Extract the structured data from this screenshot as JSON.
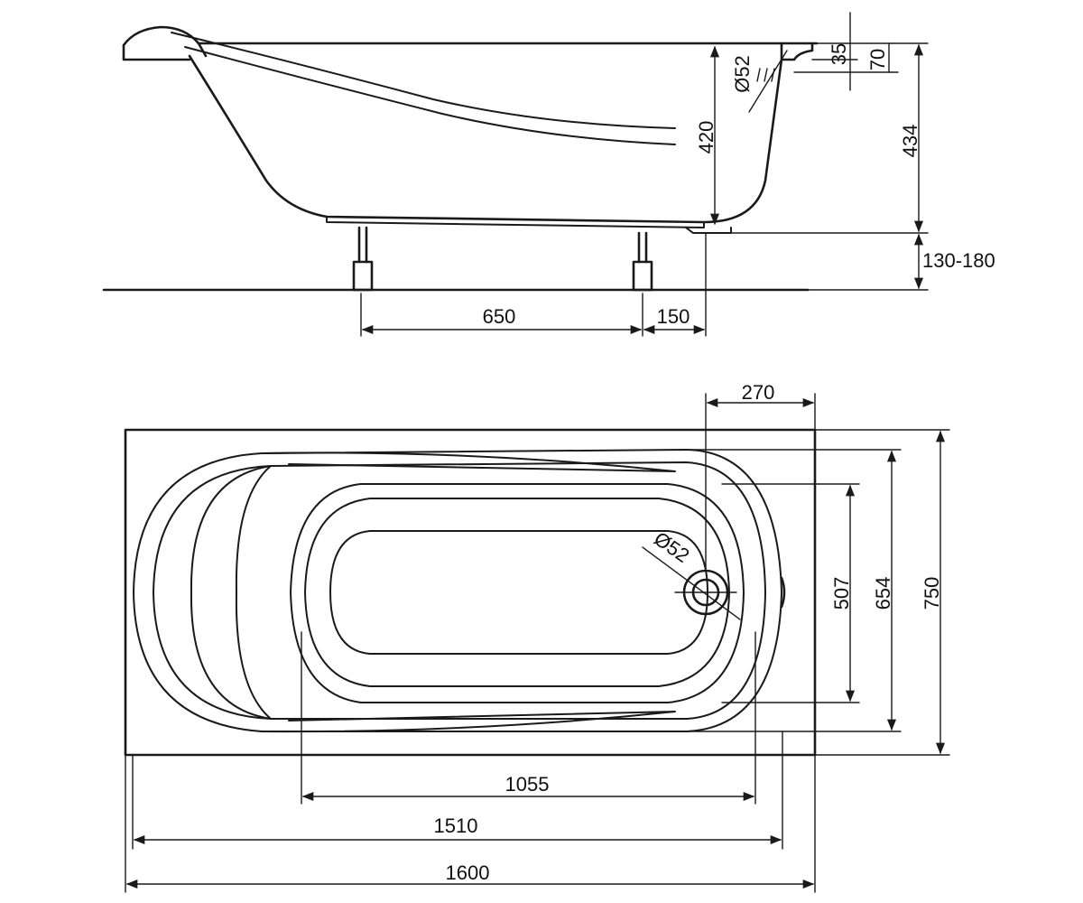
{
  "colors": {
    "background": "#ffffff",
    "ink": "#1a1a1a"
  },
  "side_view": {
    "drain_diameter": "Ø52",
    "inner_depth": "420",
    "total_height": "434",
    "rim_height": "35",
    "rim_depth": "70",
    "leg_height": "130-180",
    "leg_spacing": "650",
    "leg_offset": "150"
  },
  "top_view": {
    "drain_offset": "270",
    "drain_diameter": "Ø52",
    "inner_width": "507",
    "middle_width": "654",
    "total_width": "750",
    "inner_length": "1055",
    "middle_length": "1510",
    "total_length": "1600"
  }
}
